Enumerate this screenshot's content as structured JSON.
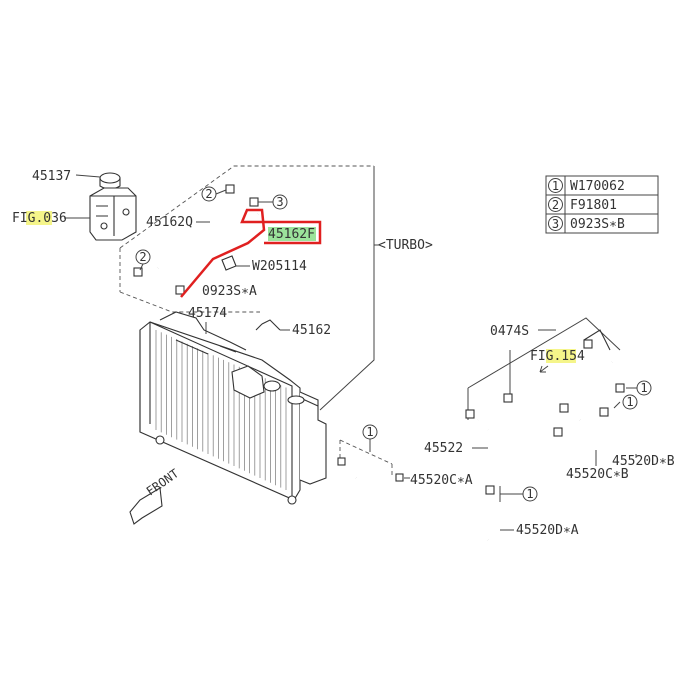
{
  "labels": {
    "fig036": "FIG.036",
    "p45137": "45137",
    "p45162Q": "45162Q",
    "p45162F": "45162F",
    "w205114": "W205114",
    "s0923A": "0923S∗A",
    "p45174": "45174",
    "p45162": "45162",
    "turbo": "<TURBO>",
    "p0474S": "0474S",
    "fig154": "FIG.154",
    "p45522": "45522",
    "p45520CA": "45520C∗A",
    "p45520CB": "45520C∗B",
    "p45520DB": "45520D∗B",
    "p45520DA": "45520D∗A",
    "front": "FRONT"
  },
  "legend": [
    {
      "num": "1",
      "code": "W170062"
    },
    {
      "num": "2",
      "code": "F91801"
    },
    {
      "num": "3",
      "code": "0923S∗B"
    }
  ],
  "callouts": {
    "one": "1",
    "two": "2",
    "three": "3"
  },
  "colors": {
    "highlight_box": "#e02020",
    "fig_highlight": "#f5f58a",
    "part_highlight": "#9be39b"
  }
}
